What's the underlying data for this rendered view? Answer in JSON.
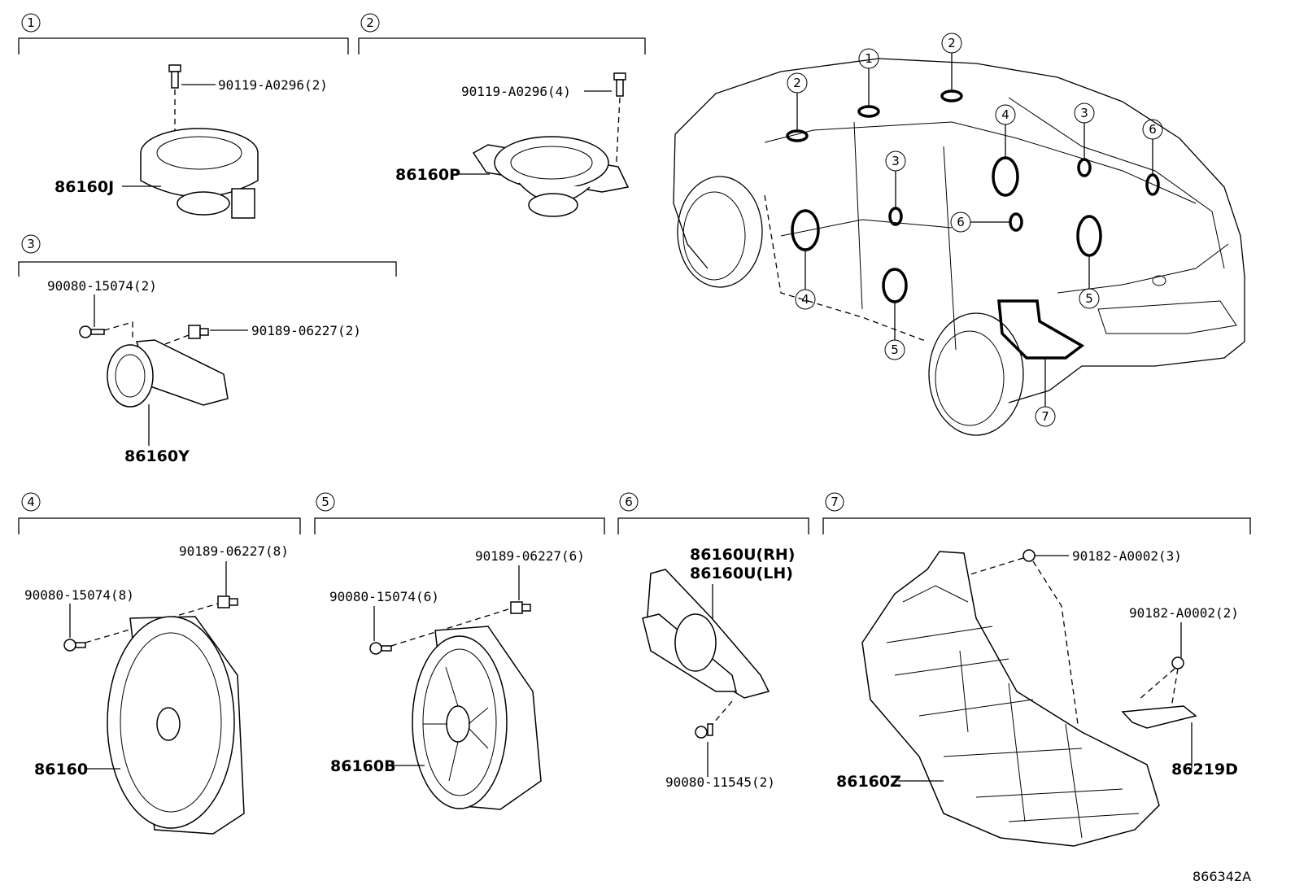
{
  "sections": [
    {
      "num": "1",
      "labels": [
        "90119-A0296(2)"
      ],
      "part": "86160J"
    },
    {
      "num": "2",
      "labels": [
        "90119-A0296(4)"
      ],
      "part": "86160P"
    },
    {
      "num": "3",
      "labels": [
        "90080-15074(2)",
        "90189-06227(2)"
      ],
      "part": "86160Y"
    },
    {
      "num": "4",
      "labels": [
        "90189-06227(8)",
        "90080-15074(8)"
      ],
      "part": "86160"
    },
    {
      "num": "5",
      "labels": [
        "90189-06227(6)",
        "90080-15074(6)"
      ],
      "part": "86160B"
    },
    {
      "num": "6",
      "labels": [
        "86160U(RH)",
        "86160U(LH)",
        "90080-11545(2)"
      ],
      "part": ""
    },
    {
      "num": "7",
      "labels": [
        "90182-A0002(3)",
        "90182-A0002(2)"
      ],
      "part": "86160Z",
      "part2": "86219D"
    }
  ],
  "vehicle_callouts": [
    "1",
    "2",
    "2",
    "3",
    "3",
    "4",
    "4",
    "5",
    "5",
    "6",
    "6",
    "7"
  ],
  "reference": "866342A"
}
